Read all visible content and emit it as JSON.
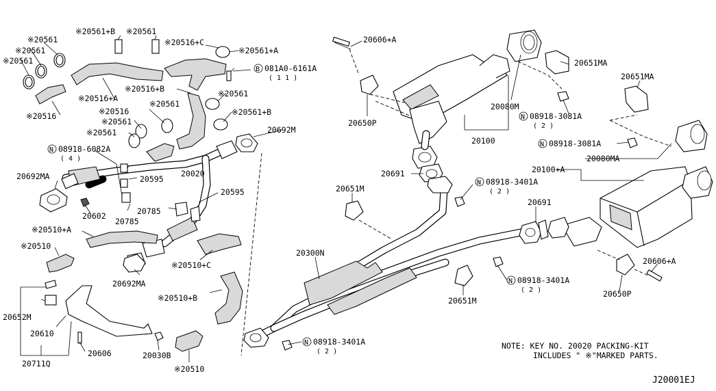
{
  "labels": {
    "l_20561_a": "※20561",
    "l_20561_b": "※20561",
    "l_20561_c": "※20561",
    "l_20561b_top": "※20561+B",
    "l_20561_top": "※20561",
    "l_20516c": "※20516+C",
    "l_20561a": "※20561+A",
    "l_bolt_code": "081A0-6161A",
    "l_bolt_qty": "( 1 1 )",
    "l_20516a": "※20516+A",
    "l_20516": "※20516",
    "l_20516b": "※20516+B",
    "l_20561_r": "※20561",
    "l_20516_m": "※20516",
    "l_20561_m1": "※20561",
    "l_20561_m2": "※20561",
    "l_20561_m3": "※20561",
    "l_20561b_m": "※20561+B",
    "l_20692m": "20692M",
    "l_nut6082": "08918-6082A",
    "l_nut6082_qty": "( 4 )",
    "l_20692ma": "20692MA",
    "l_20595_a": "20595",
    "l_20020": "20020",
    "l_20595_b": "20595",
    "l_20602": "20602",
    "l_20785_a": "20785",
    "l_20785_b": "20785",
    "l_20510a": "※20510+A",
    "l_20510": "※20510",
    "l_20510c": "※20510+C",
    "l_20692ma_b": "20692MA",
    "l_20510b": "※20510+B",
    "l_20652m": "20652M",
    "l_20610": "20610",
    "l_20711q": "20711Q",
    "l_20606": "20606",
    "l_20030b": "20030B",
    "l_20510_b": "※20510",
    "l_20606a_top": "20606+A",
    "l_20651ma_top": "20651MA",
    "l_20650p_top": "20650P",
    "l_20080m": "20080M",
    "l_nut3081_a": "08918-3081A",
    "l_nut3081_a_qty": "( 2 )",
    "l_20100": "20100",
    "l_20651ma_r": "20651MA",
    "l_nut3081_b": "08918-3081A",
    "l_20080ma": "20080MA",
    "l_20100a": "20100+A",
    "l_20691_a": "20691",
    "l_nut3401_a": "08918-3401A",
    "l_nut3401_a_qty": "( 2 )",
    "l_20651m_a": "20651M",
    "l_20691_b": "20691",
    "l_20300n": "20300N",
    "l_nut3401_b": "08918-3401A",
    "l_nut3401_b_qty": "( 2 )",
    "l_20651m_b": "20651M",
    "l_20606a_b": "20606+A",
    "l_20650p_b": "20650P",
    "l_nut3401_c": "08918-3401A",
    "l_nut3401_c_qty": "( 2 )",
    "circle_n": "N",
    "circle_b": "B"
  },
  "note": {
    "line1": "NOTE: KEY NO. 20020 PACKING-KIT",
    "line2": "INCLUDES \" ※\"MARKED PARTS."
  },
  "diagram_code": "J20001EJ"
}
